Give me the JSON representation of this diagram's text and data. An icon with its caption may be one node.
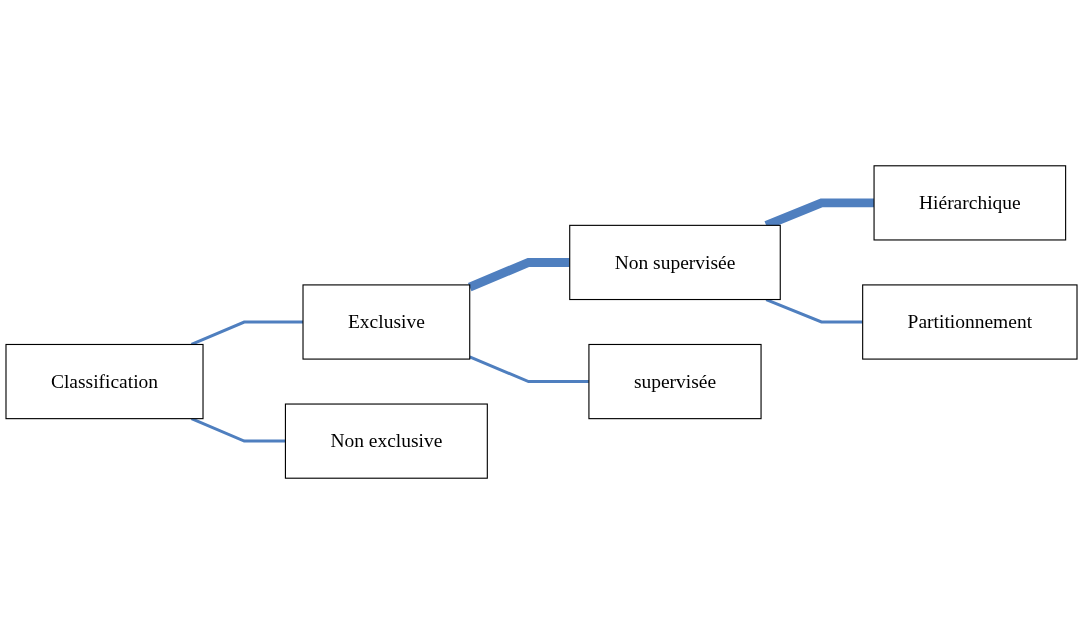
{
  "diagram": {
    "nodes": [
      {
        "text": [
          "Classification"
        ]
      },
      {
        "text": [
          "Exclusive"
        ]
      },
      {
        "text": [
          "Non exclusive"
        ]
      },
      {
        "text": [
          "Non supervisée"
        ]
      },
      {
        "text": [
          "supervisée"
        ]
      },
      {
        "text": [
          "Hiérarchique"
        ]
      },
      {
        "text": [
          "Partitionnement"
        ]
      }
    ],
    "edges": [
      {
        "from": 0,
        "to": 1,
        "arrow": "none"
      },
      {
        "from": 0,
        "to": 2,
        "arrow": "none"
      },
      {
        "from": 1,
        "to": 3,
        "arrow": "none",
        "style": "thick"
      },
      {
        "from": 1,
        "to": 4,
        "arrow": "none"
      },
      {
        "from": 3,
        "to": 5,
        "arrow": "none",
        "style": "thick"
      },
      {
        "from": 3,
        "to": 6,
        "arrow": "none"
      }
    ]
  }
}
